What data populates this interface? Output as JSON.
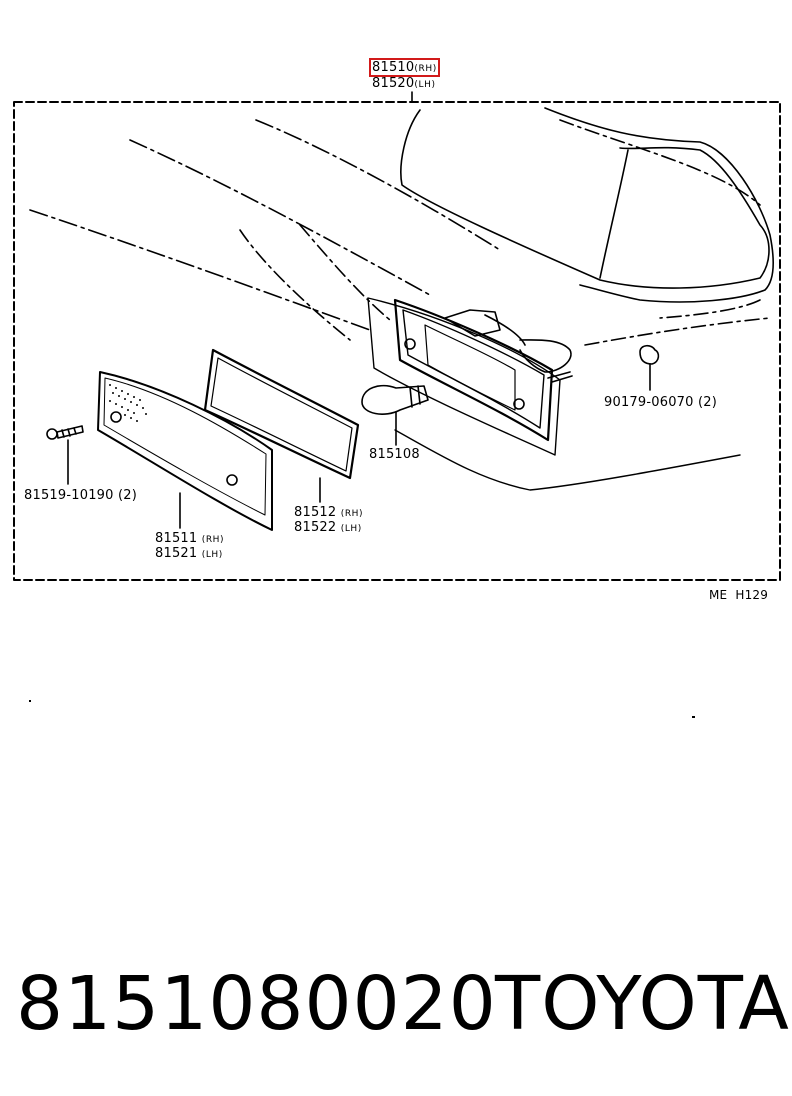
{
  "callouts": {
    "assembly_rh": {
      "num": "81510",
      "side": "(RH)"
    },
    "assembly_lh": {
      "num": "81520",
      "side": "(LH)"
    },
    "bulb": {
      "num": "815108"
    },
    "clip": {
      "num": "90179-06070",
      "qty": "(2)"
    },
    "screw": {
      "num": "81519-10190",
      "qty": "(2)"
    },
    "gasket_rh": {
      "num": "81512",
      "side": "(RH)"
    },
    "gasket_lh": {
      "num": "81522",
      "side": "(LH)"
    },
    "lens_rh": {
      "num": "81511",
      "side": "(RH)"
    },
    "lens_lh": {
      "num": "81521",
      "side": "(LH)"
    }
  },
  "diagram_code": "ME  H129",
  "part_number": "8151080020",
  "brand": "TOYOTA",
  "colors": {
    "highlight": "#d21a1a",
    "ink": "#000000"
  }
}
